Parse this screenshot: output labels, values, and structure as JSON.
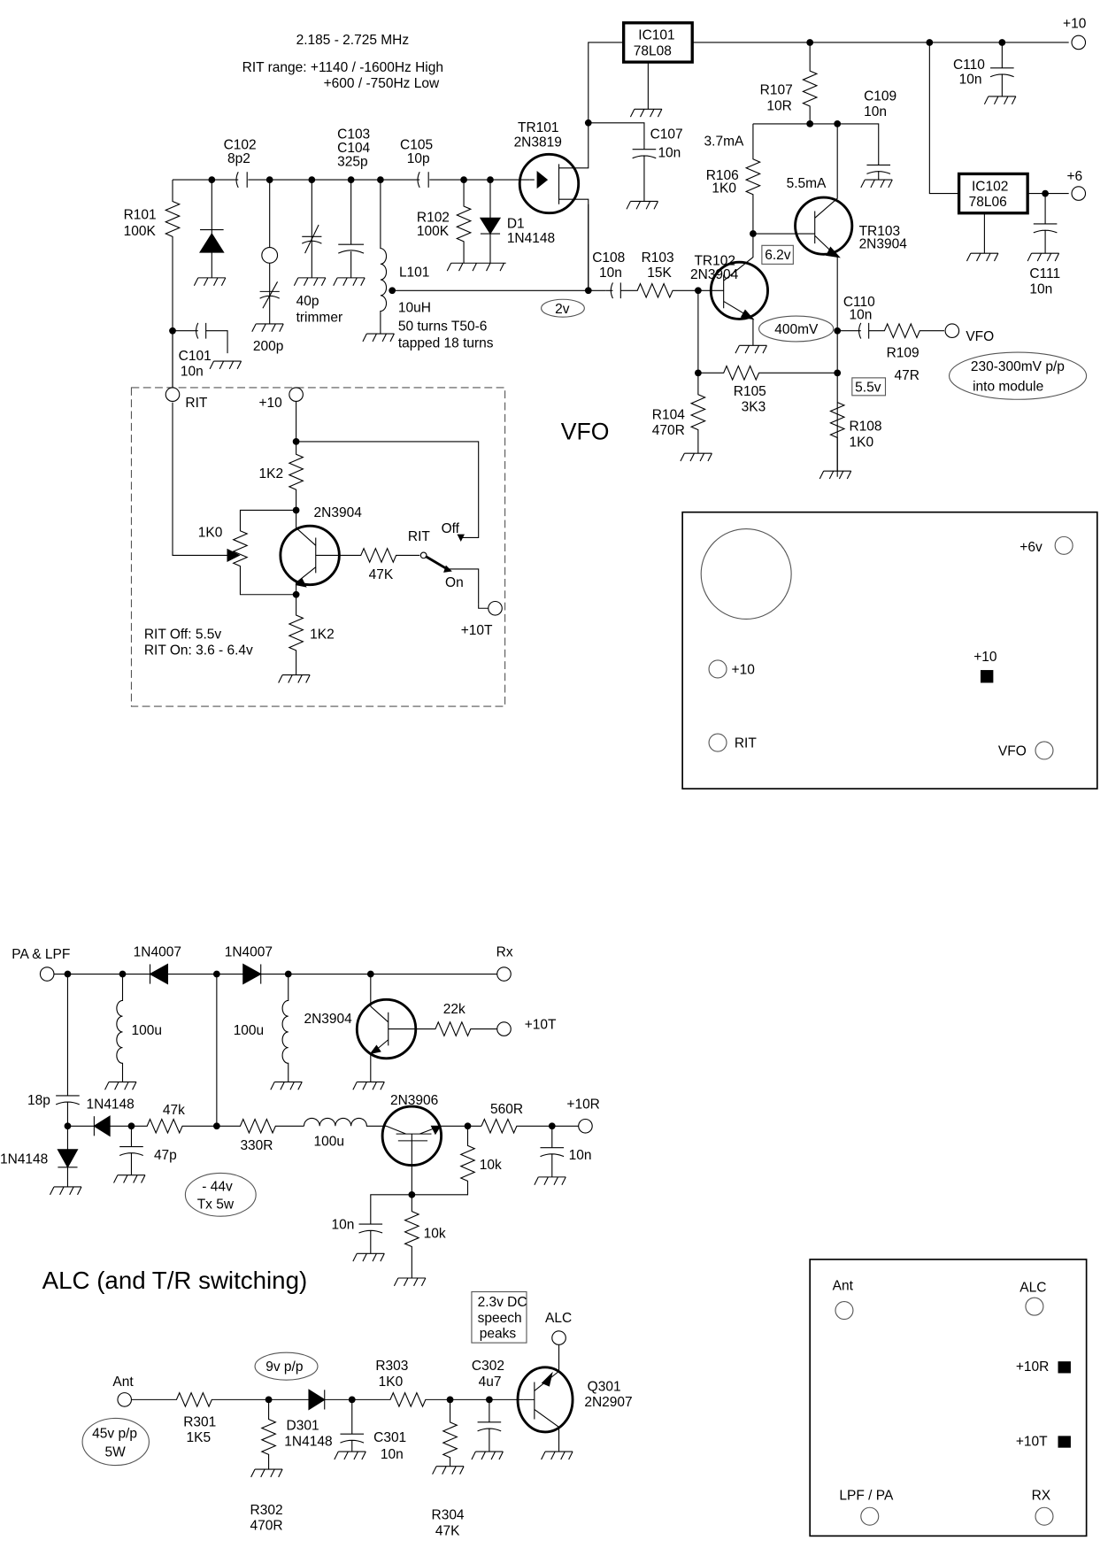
{
  "vfo": {
    "title": "VFO",
    "freq_range": "2.185 - 2.725 MHz",
    "rit_range_line1": "RIT range: +1140 / -1600Hz High",
    "rit_range_line2": "+600 / -750Hz Low",
    "components": {
      "ic101": {
        "ref": "IC101",
        "value": "78L08"
      },
      "ic102": {
        "ref": "IC102",
        "value": "78L06"
      },
      "tr101": {
        "ref": "TR101",
        "value": "2N3819"
      },
      "tr102": {
        "ref": "TR102",
        "value": "2N3904"
      },
      "tr103": {
        "ref": "TR103",
        "value": "2N3904"
      },
      "c101": {
        "ref": "C101",
        "value": "10n"
      },
      "c102": {
        "ref": "C102",
        "value": "8p2"
      },
      "c103": {
        "ref": "C103",
        "ref2": "C104",
        "value": "325p"
      },
      "c105": {
        "ref": "C105",
        "value": "10p"
      },
      "c107": {
        "ref": "C107",
        "value": "10n"
      },
      "c108": {
        "ref": "C108",
        "value": "10n"
      },
      "c109": {
        "ref": "C109",
        "value": "10n"
      },
      "c110a": {
        "ref": "C110",
        "value": "10n"
      },
      "c110b": {
        "ref": "C110",
        "value": "10n"
      },
      "c111": {
        "ref": "C111",
        "value": "10n"
      },
      "r101": {
        "ref": "R101",
        "value": "100K"
      },
      "r102": {
        "ref": "R102",
        "value": "100K"
      },
      "r103": {
        "ref": "R103",
        "value": "15K"
      },
      "r104": {
        "ref": "R104",
        "value": "470R"
      },
      "r105": {
        "ref": "R105",
        "value": "3K3"
      },
      "r106": {
        "ref": "R106",
        "value": "1K0"
      },
      "r107": {
        "ref": "R107",
        "value": "10R"
      },
      "r108": {
        "ref": "R108",
        "value": "1K0"
      },
      "r109": {
        "ref": "R109",
        "value": "47R"
      },
      "d1": {
        "ref": "D1",
        "value": "1N4148"
      },
      "l101": {
        "ref": "L101",
        "value": "10uH",
        "note1": "50 turns T50-6",
        "note2": "tapped 18 turns"
      },
      "trimmer": {
        "value": "40p",
        "note": "trimmer"
      },
      "var200": {
        "value": "200p"
      }
    },
    "currents": {
      "i_tr102": "3.7mA",
      "i_tr103": "5.5mA"
    },
    "voltages": {
      "v_gate": "2v",
      "v_62": "6.2v",
      "v_55": "5.5v",
      "v_400": "400mV"
    },
    "rails": {
      "plus10": "+10",
      "plus6": "+6"
    },
    "vfo_out": "VFO",
    "vfo_note_line1": "230-300mV p/p",
    "vfo_note_line2": "into module",
    "rit": {
      "rit_terminal": "RIT",
      "plus10": "+10",
      "plus10t": "+10T",
      "r_top": "1K2",
      "r_bottom": "1K2",
      "pot": "1K0",
      "transistor": "2N3904",
      "r_base": "47K",
      "switch_label": "RIT",
      "switch_off": "Off",
      "switch_on": "On",
      "note_off": "RIT Off: 5.5v",
      "note_on": "RIT On: 3.6 - 6.4v"
    },
    "module": {
      "plus6": "+6v",
      "plus10_left": "+10",
      "plus10_right": "+10",
      "rit": "RIT",
      "vfo": "VFO"
    }
  },
  "alc": {
    "title": "ALC (and T/R switching)",
    "tr": {
      "pa_lpf": "PA & LPF",
      "rx": "Rx",
      "d_a": "1N4007",
      "d_b": "1N4007",
      "l_a": "100u",
      "l_b": "100u",
      "l_c": "100u",
      "q_rx": "2N3904",
      "r_22k": "22k",
      "plus10t": "+10T",
      "c_18p": "18p",
      "d_1n4148_a": "1N4148",
      "d_1n4148_b": "1N4148",
      "r_47k": "47k",
      "c_47p": "47p",
      "r_330": "330R",
      "q_pnp": "2N3906",
      "r_560": "560R",
      "plus10r": "+10R",
      "c_10n_a": "10n",
      "c_10n_b": "10n",
      "r_10k_a": "10k",
      "r_10k_b": "10k",
      "note_line1": "- 44v",
      "note_line2": "Tx 5w"
    },
    "det": {
      "ant": "Ant",
      "note45_line1": "45v p/p",
      "note45_line2": "5W",
      "r301": {
        "ref": "R301",
        "value": "1K5"
      },
      "r302": {
        "ref": "R302",
        "value": "470R"
      },
      "d301": {
        "ref": "D301",
        "value": "1N4148"
      },
      "c301": {
        "ref": "C301",
        "value": "10n"
      },
      "r303": {
        "ref": "R303",
        "value": "1K0"
      },
      "r304": {
        "ref": "R304",
        "value": "47K"
      },
      "c302": {
        "ref": "C302",
        "value": "4u7"
      },
      "q301": {
        "ref": "Q301",
        "value": "2N2907"
      },
      "alc_out": "ALC",
      "note9": "9v p/p",
      "box_line1": "2.3v DC",
      "box_line2": "speech",
      "box_line3": "peaks"
    },
    "module": {
      "ant": "Ant",
      "alc": "ALC",
      "plus10r": "+10R",
      "plus10t": "+10T",
      "lpf_pa": "LPF / PA",
      "rx": "RX"
    }
  }
}
